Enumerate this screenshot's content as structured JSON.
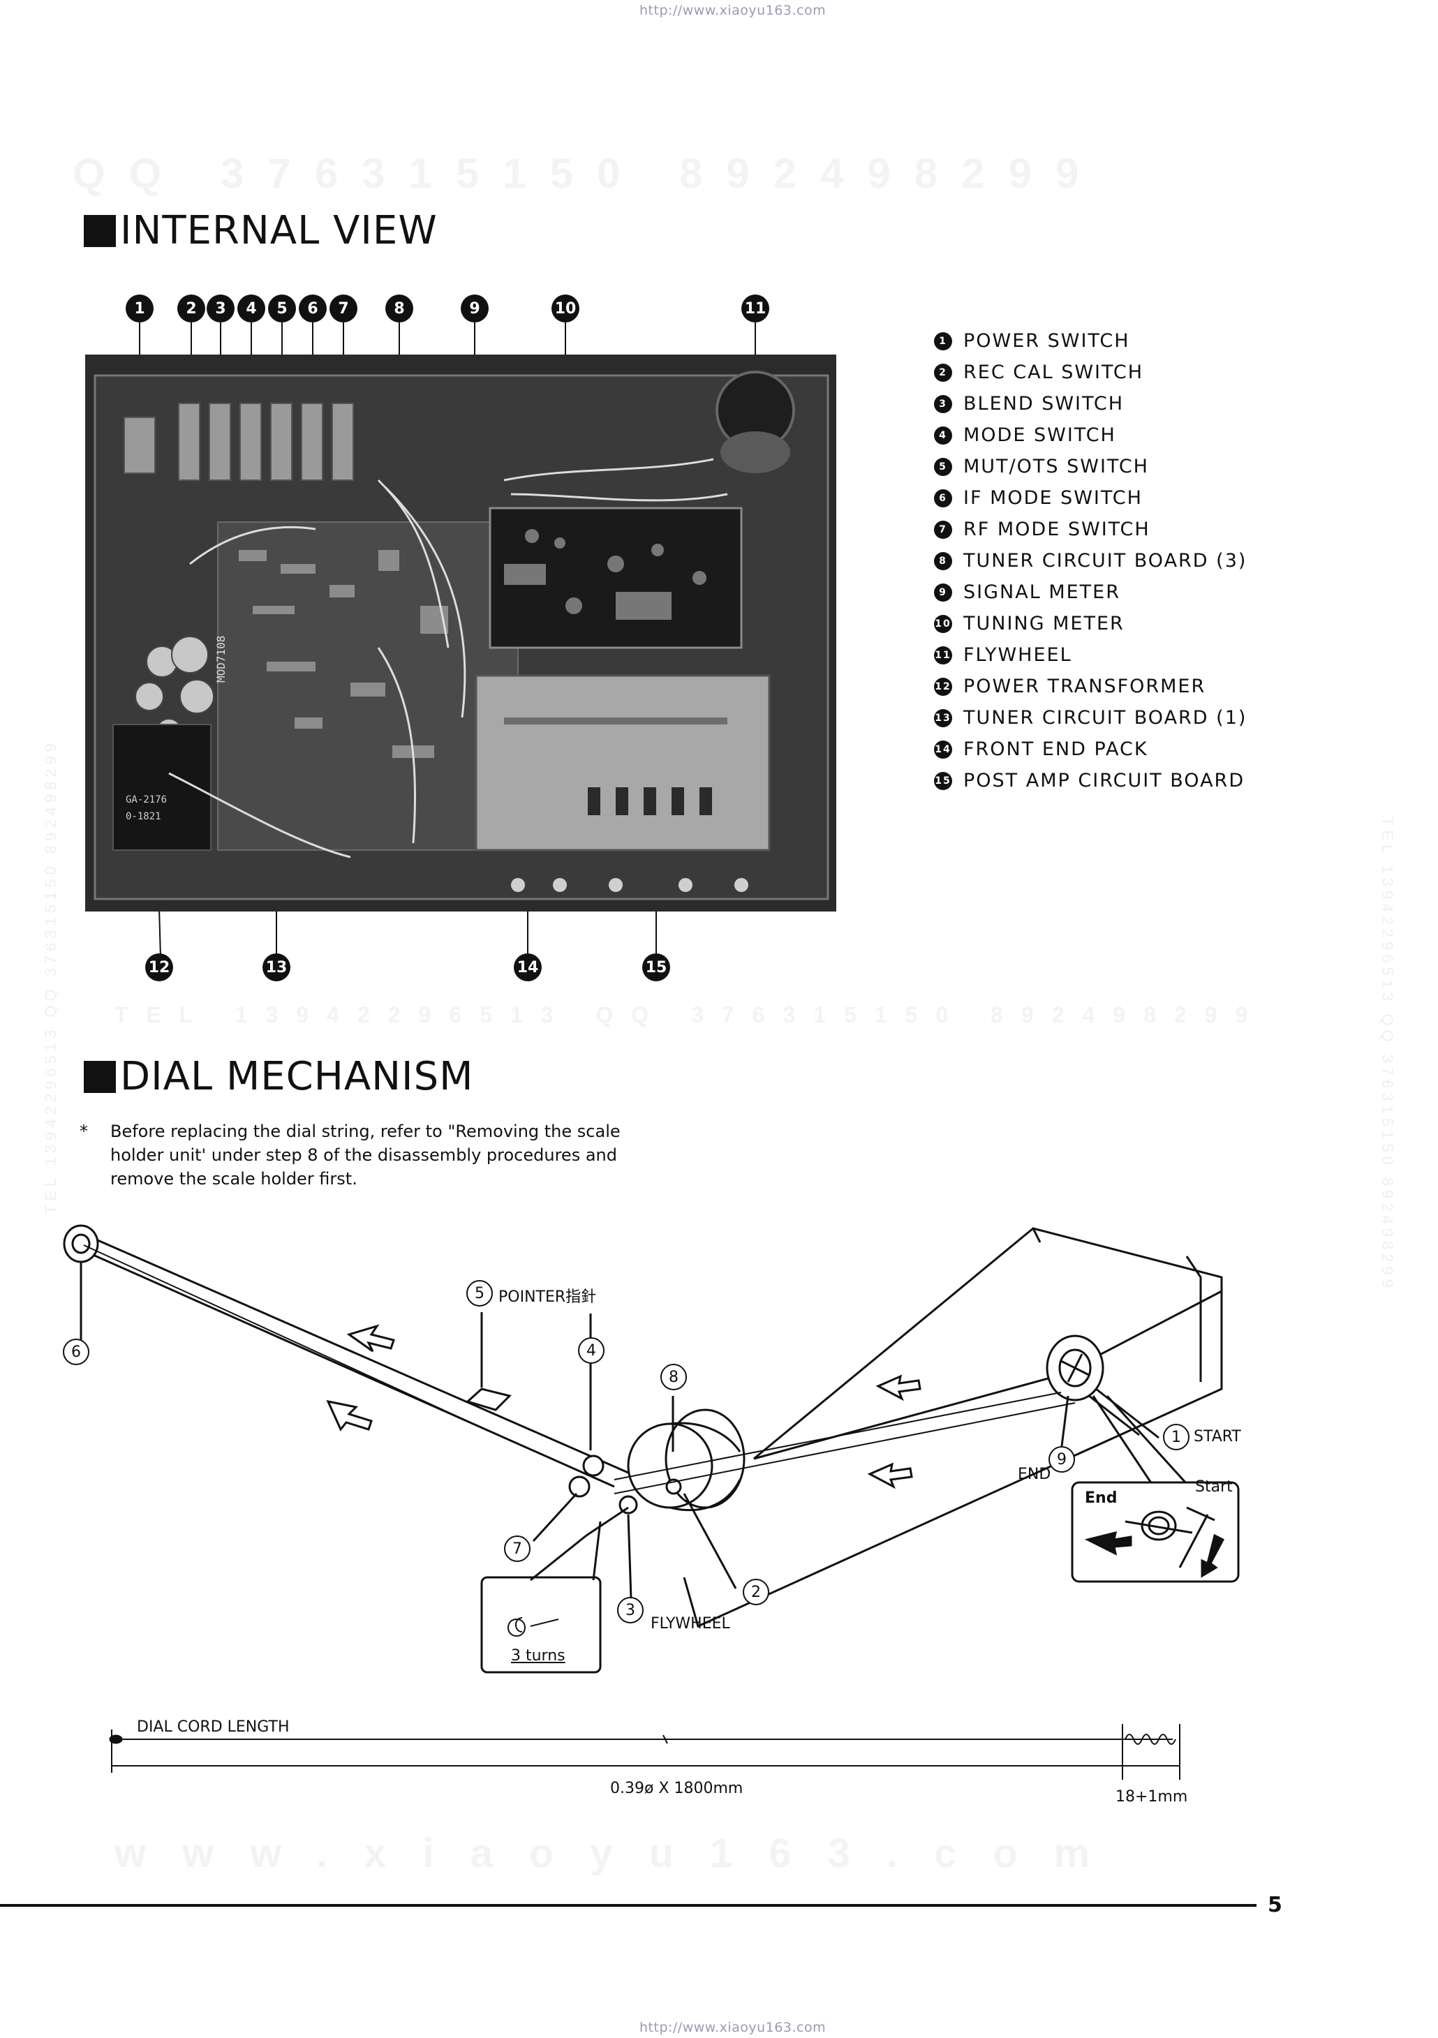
{
  "header": {
    "url": "http://www.xiaoyu163.com"
  },
  "footer": {
    "url": "http://www.xiaoyu163.com",
    "page_number": "5"
  },
  "watermarks": {
    "top_qq": "QQ 376315150   892498299",
    "mid_line": "TEL 13942296513     QQ 376315150 892498299",
    "site": "www.xiaoyu163.com",
    "side_right": "TEL 13942296513 QQ 376315150 892498299",
    "side_left": "TEL 13942296513 QQ 376315150 892498299"
  },
  "internal_view": {
    "title": "INTERNAL VIEW",
    "callouts_top": [
      "1",
      "2",
      "3",
      "4",
      "5",
      "6",
      "7",
      "8",
      "9",
      "10",
      "11"
    ],
    "callouts_bottom": [
      "12",
      "13",
      "14",
      "15"
    ],
    "legend": [
      {
        "num": "1",
        "label": "POWER SWITCH"
      },
      {
        "num": "2",
        "label": "REC CAL SWITCH"
      },
      {
        "num": "3",
        "label": "BLEND SWITCH"
      },
      {
        "num": "4",
        "label": "MODE SWITCH"
      },
      {
        "num": "5",
        "label": "MUT/OTS SWITCH"
      },
      {
        "num": "6",
        "label": "IF MODE SWITCH"
      },
      {
        "num": "7",
        "label": "RF MODE SWITCH"
      },
      {
        "num": "8",
        "label": "TUNER CIRCUIT BOARD (3)"
      },
      {
        "num": "9",
        "label": "SIGNAL METER"
      },
      {
        "num": "10",
        "label": "TUNING METER"
      },
      {
        "num": "11",
        "label": "FLYWHEEL"
      },
      {
        "num": "12",
        "label": "POWER TRANSFORMER"
      },
      {
        "num": "13",
        "label": "TUNER CIRCUIT BOARD (1)"
      },
      {
        "num": "14",
        "label": "FRONT END PACK"
      },
      {
        "num": "15",
        "label": "POST AMP CIRCUIT BOARD"
      }
    ],
    "photo_text": [
      "MOD7108",
      "GA-2176",
      "0-1821"
    ]
  },
  "dial_mechanism": {
    "title": "DIAL MECHANISM",
    "note_marker": "*",
    "note_lines": [
      "Before replacing the dial string, refer to \"Removing the scale",
      "holder unit' under step 8 of the disassembly procedures and",
      "remove the scale holder first."
    ],
    "labels": {
      "pointer": "POINTER指針",
      "start": "START",
      "end": "END",
      "flywheel": "FLYWHEEL",
      "inset_end": "End",
      "inset_start": "Start",
      "turns": "3 turns"
    },
    "circle_numbers": [
      "1",
      "2",
      "3",
      "4",
      "5",
      "6",
      "7",
      "8",
      "9"
    ],
    "cord": {
      "title": "DIAL CORD LENGTH",
      "length_label": "0.39ø X 1800mm",
      "spring_label": "18+1mm"
    }
  }
}
